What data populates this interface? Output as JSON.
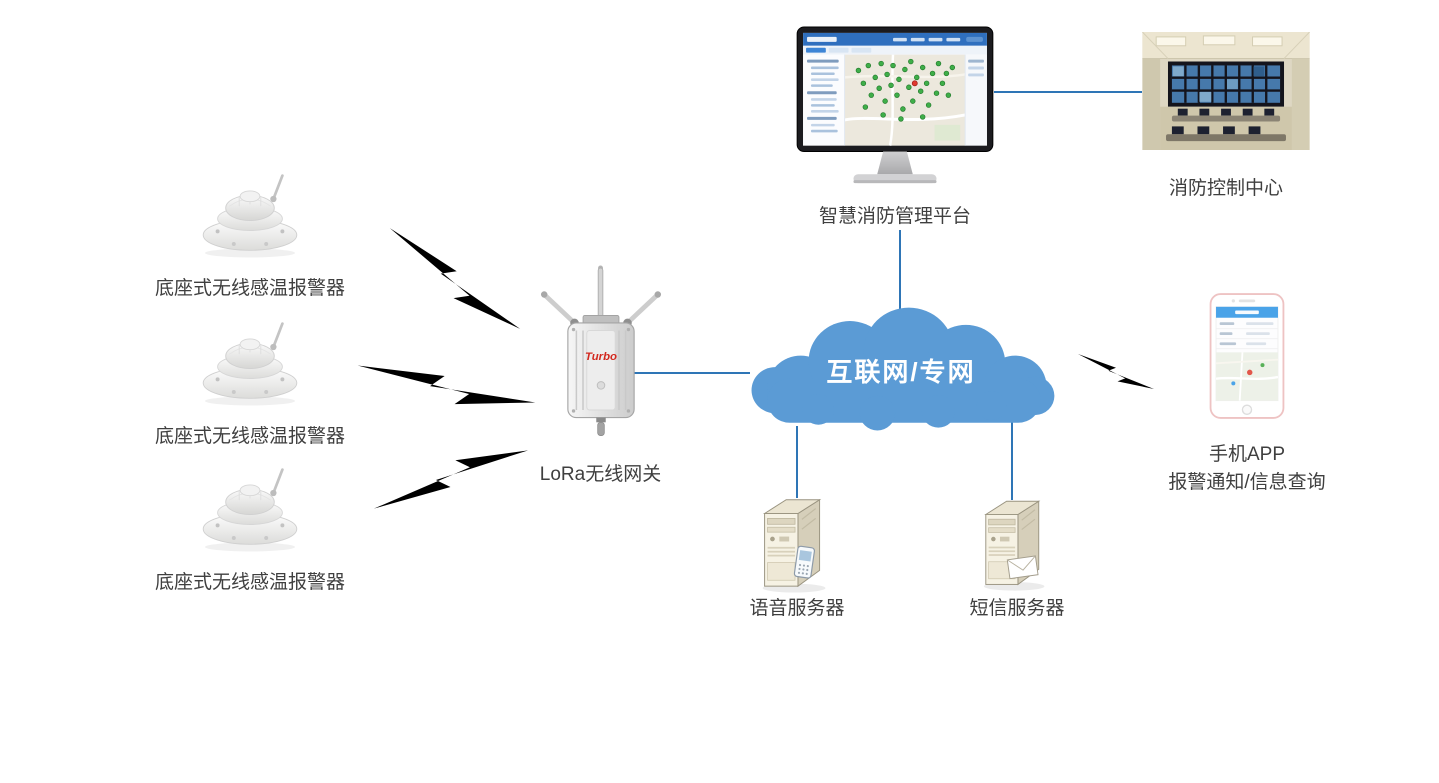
{
  "diagram": {
    "cloud": {
      "label": "互联网/专网"
    },
    "nodes": {
      "sensor_1": {
        "label": "底座式无线感温报警器"
      },
      "sensor_2": {
        "label": "底座式无线感温报警器"
      },
      "sensor_3": {
        "label": "底座式无线感温报警器"
      },
      "gateway": {
        "label": "LoRa无线网关",
        "brand": "Turbo"
      },
      "platform": {
        "label": "智慧消防管理平台"
      },
      "control_center": {
        "label": "消防控制中心"
      },
      "voice_server": {
        "label": "语音服务器"
      },
      "sms_server": {
        "label": "短信服务器"
      },
      "mobile_app": {
        "label": "手机APP",
        "sublabel": "报警通知/信息查询"
      }
    },
    "icons": {
      "sensor": "temperature-alarm-device-icon",
      "gateway": "lora-gateway-device-icon",
      "platform": "monitor-dashboard-icon",
      "control_center": "control-room-photo",
      "cloud": "network-cloud-icon",
      "voice_server": "server-tower-phone-icon",
      "sms_server": "server-tower-envelope-icon",
      "mobile_app": "smartphone-icon",
      "wireless_link": "lightning-bolt-icon"
    },
    "colors": {
      "cloud": "#5b9bd5",
      "cloud_text": "#ffffff",
      "connector": "#2e75b6",
      "bolt": "#5b9bd5",
      "bolt_edge": "#4a86c0",
      "label": "#3f3f3f",
      "background": "#ffffff"
    }
  }
}
